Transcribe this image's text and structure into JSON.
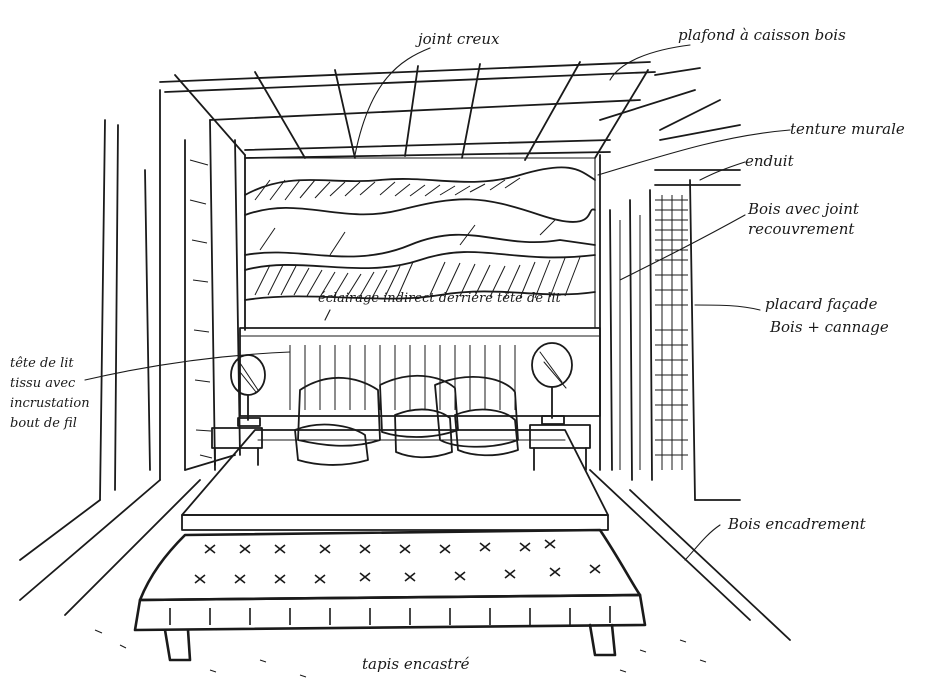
{
  "annotations": {
    "joint_creux": "joint creux",
    "plafond": "plafond à caisson bois",
    "tenture": "tenture murale",
    "enduit": "enduit",
    "bois_joint_line1": "Bois avec joint",
    "bois_joint_line2": "recouvrement",
    "eclairage": "éclairage indirect derrière tête de lit",
    "placard_line1": "placard façade",
    "placard_line2": "Bois + cannage",
    "tete_line1": "tête de lit",
    "tete_line2": "tissu avec",
    "tete_line3": "incrustation",
    "tete_line4": "bout de fil",
    "bois_encadrement": "Bois encadrement",
    "tapis": "tapis encastré"
  }
}
